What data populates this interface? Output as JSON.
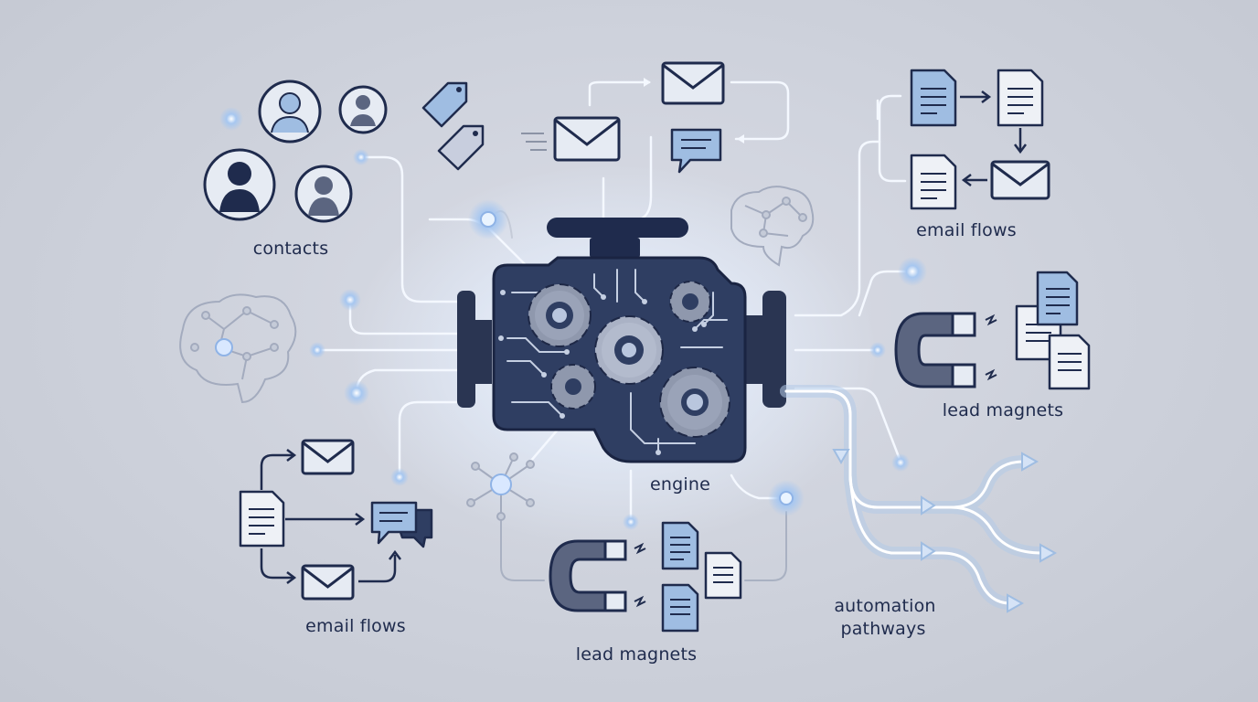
{
  "labels": {
    "contacts": "contacts",
    "email_flows_right": "email flows",
    "lead_magnets_right": "lead magnets",
    "engine": "engine",
    "email_flows_left": "email flows",
    "lead_magnets_bottom": "lead magnets",
    "automation_line1": "automation",
    "automation_line2": "pathways"
  },
  "colors": {
    "navy": "#1f2b4d",
    "accent_blue": "#9fbde2",
    "glow": "#eaf3ff",
    "line": "#aeb6c6",
    "pathway": "#b4cbe8"
  }
}
